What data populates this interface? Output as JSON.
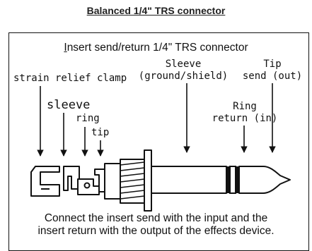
{
  "title": "Balanced 1/4\" TRS connector",
  "diagram": {
    "title_first": "I",
    "title_rest": "nsert send/return 1/4\" TRS connector",
    "labels": {
      "strain_relief": "strain relief clamp",
      "sleeve_small": "sleeve",
      "ring_small": "ring",
      "tip_small": "tip",
      "sleeve_line1": "Sleeve",
      "sleeve_line2": "(ground/shield)",
      "tip_line1": "Tip",
      "tip_line2": "send (out)",
      "ring_line1": "Ring",
      "ring_line2": "return (in)"
    },
    "caption_line1": "Connect the insert send with the input and the",
    "caption_line2": "insert return with the output of the effects device."
  },
  "colors": {
    "ink": "#111111",
    "background": "#ffffff"
  }
}
